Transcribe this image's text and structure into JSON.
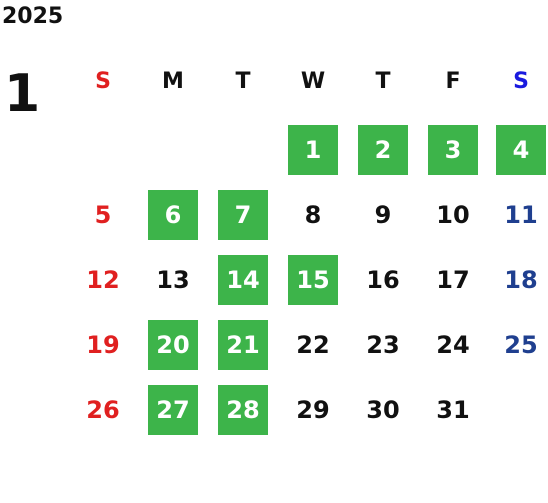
{
  "year": "2025",
  "month": "1",
  "weekdays": [
    "S",
    "M",
    "T",
    "W",
    "T",
    "F",
    "S"
  ],
  "weeks": [
    [
      {
        "d": ""
      },
      {
        "d": ""
      },
      {
        "d": ""
      },
      {
        "d": "1",
        "hl": true
      },
      {
        "d": "2",
        "hl": true
      },
      {
        "d": "3",
        "hl": true
      },
      {
        "d": "4",
        "hl": true
      }
    ],
    [
      {
        "d": "5"
      },
      {
        "d": "6",
        "hl": true
      },
      {
        "d": "7",
        "hl": true
      },
      {
        "d": "8"
      },
      {
        "d": "9"
      },
      {
        "d": "10"
      },
      {
        "d": "11"
      }
    ],
    [
      {
        "d": "12"
      },
      {
        "d": "13"
      },
      {
        "d": "14",
        "hl": true
      },
      {
        "d": "15",
        "hl": true
      },
      {
        "d": "16"
      },
      {
        "d": "17"
      },
      {
        "d": "18"
      }
    ],
    [
      {
        "d": "19"
      },
      {
        "d": "20",
        "hl": true
      },
      {
        "d": "21",
        "hl": true
      },
      {
        "d": "22"
      },
      {
        "d": "23"
      },
      {
        "d": "24"
      },
      {
        "d": "25"
      }
    ],
    [
      {
        "d": "26"
      },
      {
        "d": "27",
        "hl": true
      },
      {
        "d": "28",
        "hl": true
      },
      {
        "d": "29"
      },
      {
        "d": "30"
      },
      {
        "d": "31"
      },
      {
        "d": ""
      }
    ]
  ],
  "colors": {
    "highlight": "#3db44a",
    "sunday": "#e02020",
    "saturday_header": "#1a1adf",
    "saturday": "#1f3f8f"
  }
}
